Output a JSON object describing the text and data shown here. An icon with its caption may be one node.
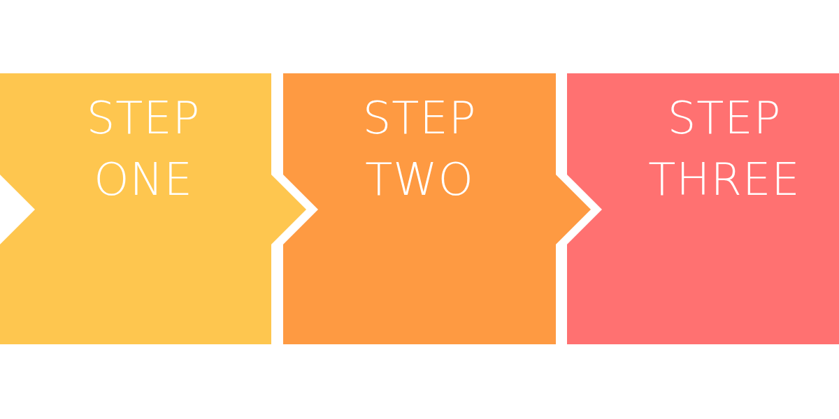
{
  "diagram": {
    "nodes": [
      {
        "text": [
          "STEP ONE"
        ]
      },
      {
        "text": [
          "STEP TWO"
        ]
      },
      {
        "text": [
          "STEP THREE"
        ]
      }
    ]
  }
}
